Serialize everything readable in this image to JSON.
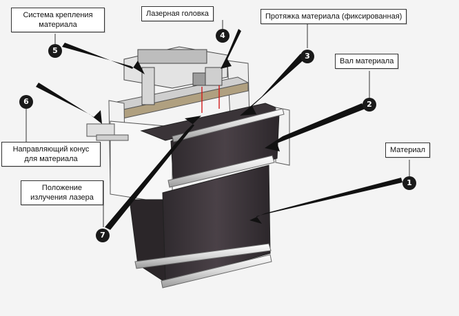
{
  "callouts": [
    {
      "number": "1",
      "label": "Материал"
    },
    {
      "number": "2",
      "label": "Вал материала"
    },
    {
      "number": "3",
      "label": "Протяжка материала (фиксированная)"
    },
    {
      "number": "4",
      "label": "Лазерная головка"
    },
    {
      "number": "5",
      "label": "Система крепления материала"
    },
    {
      "number": "6",
      "label": "Направляющий конус для материала"
    },
    {
      "number": "7",
      "label": "Положение излучения лазера"
    }
  ]
}
